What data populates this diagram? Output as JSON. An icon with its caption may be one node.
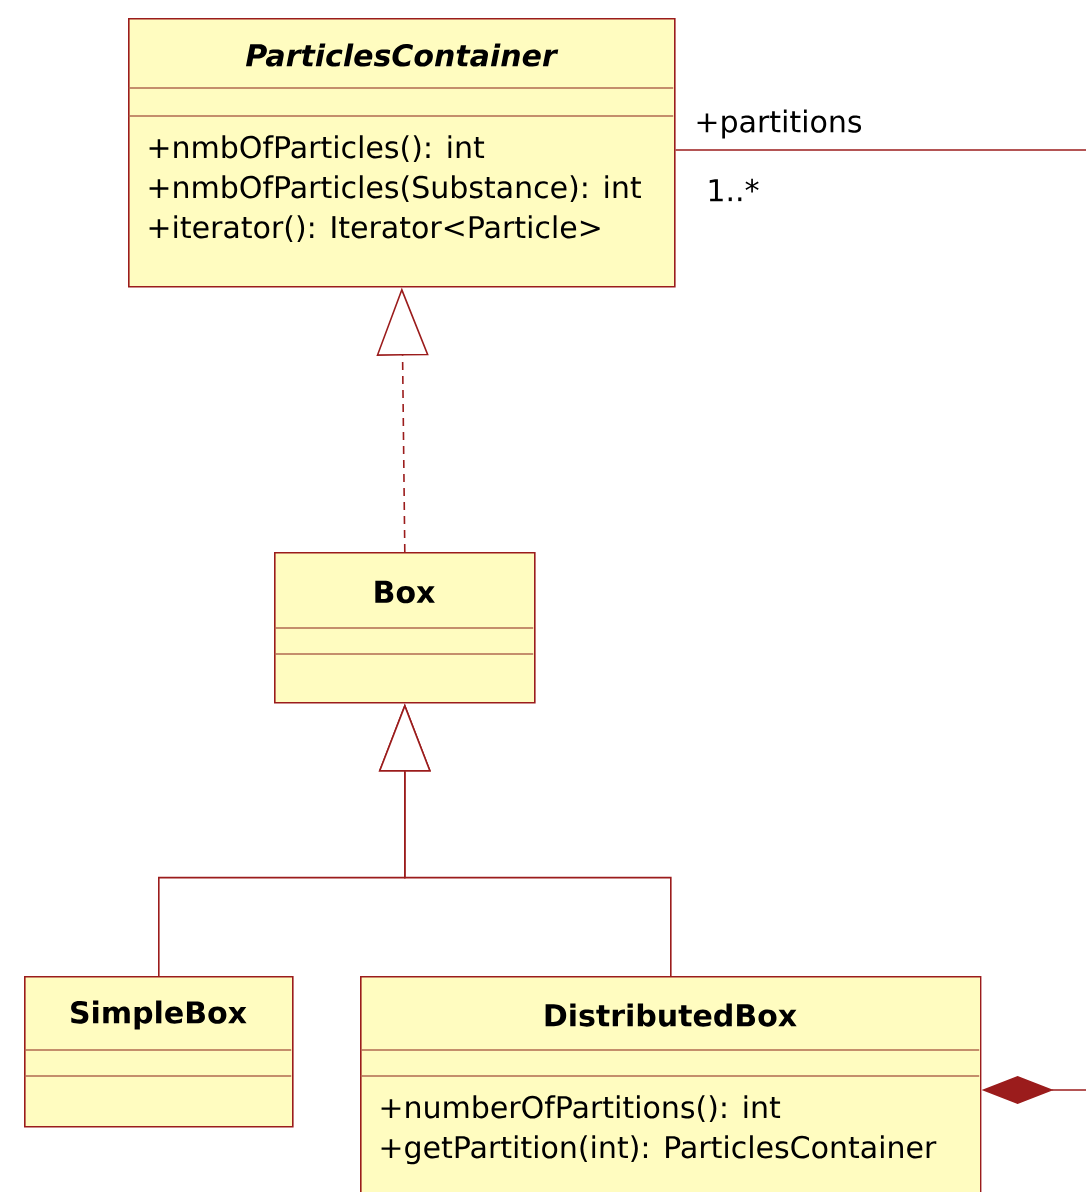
{
  "diagram": {
    "nodes": [
      {
        "text": [
          "ParticlesContainer",
          "+nmbOfParticles(): int",
          "+nmbOfParticles(Substance): int",
          "+iterator(): Iterator<Particle>"
        ]
      },
      {
        "text": [
          "Box"
        ]
      },
      {
        "text": [
          "SimpleBox"
        ]
      },
      {
        "text": [
          "DistributedBox",
          "+numberOfPartitions(): int",
          "+getPartition(int): ParticlesContainer"
        ]
      }
    ],
    "edges": [
      {
        "from": 1,
        "to": 0,
        "arrow": "to",
        "style": "dashed"
      },
      {
        "from": 2,
        "to": 1,
        "arrow": "to"
      },
      {
        "from": 3,
        "to": 1,
        "arrow": "to"
      },
      {
        "from": 0,
        "to": null,
        "arrow": "none",
        "label": "+partitions"
      },
      {
        "from": 3,
        "to": null,
        "arrow": "other"
      }
    ],
    "labels": [
      "1..*"
    ]
  }
}
